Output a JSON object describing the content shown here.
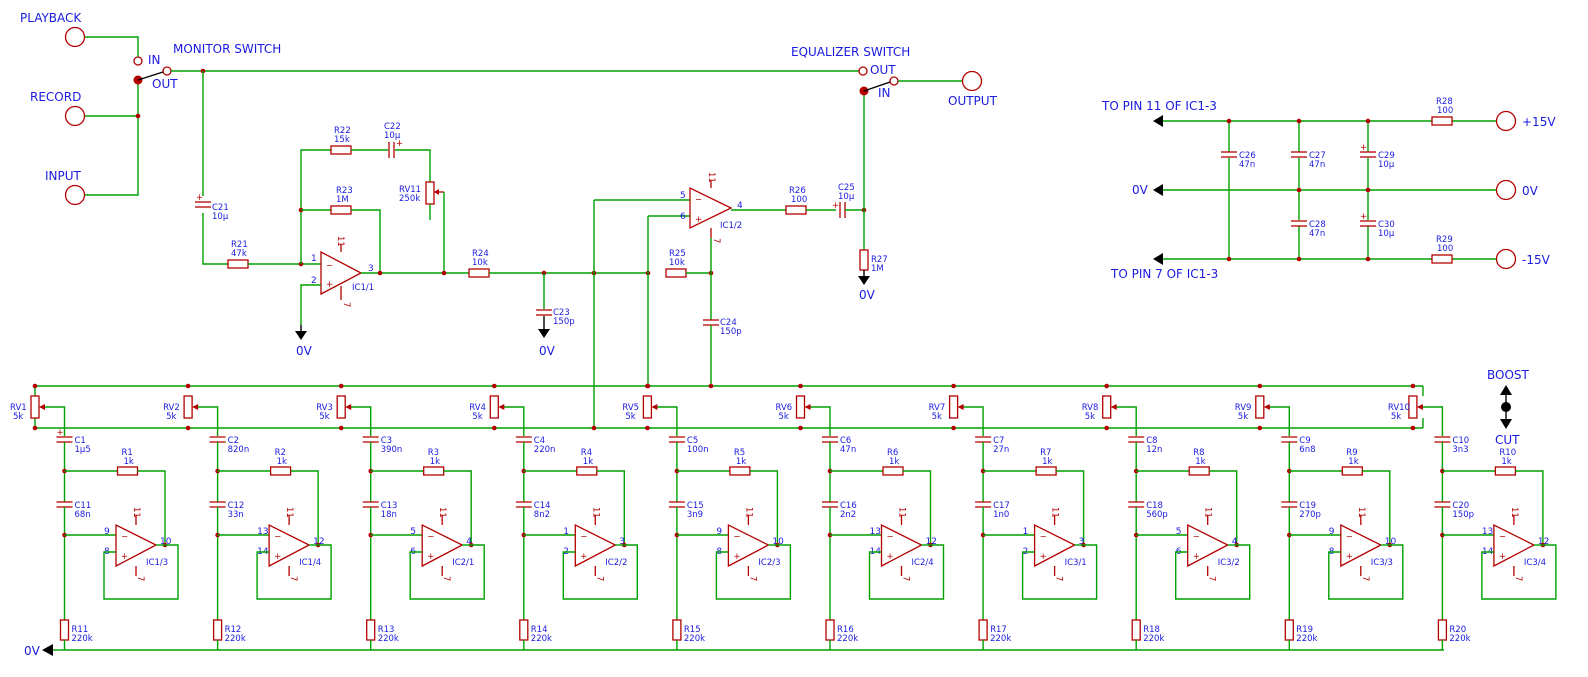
{
  "labels": {
    "playback": "PLAYBACK",
    "record": "RECORD",
    "input": "INPUT",
    "monitor_switch": "MONITOR SWITCH",
    "equalizer_switch": "EQUALIZER SWITCH",
    "output": "OUTPUT",
    "sw_in": "IN",
    "sw_out": "OUT",
    "boost": "BOOST",
    "cut": "CUT",
    "zero_v": "0V",
    "to_pin_11": "TO PIN 11 OF IC1-3",
    "to_pin_7": "TO PIN 7 OF IC1-3",
    "plus15": "+15V",
    "minus15": "-15V"
  },
  "colors": {
    "wire": "#00a000",
    "component": "#b40000",
    "label": "#1a1ae0"
  },
  "main_parts": {
    "R21": "47k",
    "C21": "10µ",
    "R22": "15k",
    "C22": "10µ",
    "R23": "1M",
    "RV11": "250k",
    "IC1_1": "IC1/1",
    "R24": "10k",
    "C23": "150p",
    "R25": "10k",
    "IC1_2": "IC1/2",
    "C24": "150p",
    "R26": "100",
    "C25": "10µ",
    "R27": "1M"
  },
  "supply_parts": {
    "C26": "47n",
    "C27": "47n",
    "C28": "47n",
    "C29": "10µ",
    "C30": "10µ",
    "R28": "100",
    "R29": "100"
  },
  "bands": [
    {
      "rv": "RV1",
      "rvv": "5k",
      "ca": "C1",
      "cav": "1µ5",
      "r": "R1",
      "rv2": "1k",
      "cb": "C11",
      "cbv": "68n",
      "rb": "R11",
      "rbv": "220k",
      "ic": "IC1/3",
      "pins": [
        "9",
        "8",
        "10"
      ]
    },
    {
      "rv": "RV2",
      "rvv": "5k",
      "ca": "C2",
      "cav": "820n",
      "r": "R2",
      "rv2": "1k",
      "cb": "C12",
      "cbv": "33n",
      "rb": "R12",
      "rbv": "220k",
      "ic": "IC1/4",
      "pins": [
        "13",
        "14",
        "12"
      ]
    },
    {
      "rv": "RV3",
      "rvv": "5k",
      "ca": "C3",
      "cav": "390n",
      "r": "R3",
      "rv2": "1k",
      "cb": "C13",
      "cbv": "18n",
      "rb": "R13",
      "rbv": "220k",
      "ic": "IC2/1",
      "pins": [
        "5",
        "6",
        "4"
      ]
    },
    {
      "rv": "RV4",
      "rvv": "5k",
      "ca": "C4",
      "cav": "220n",
      "r": "R4",
      "rv2": "1k",
      "cb": "C14",
      "cbv": "8n2",
      "rb": "R14",
      "rbv": "220k",
      "ic": "IC2/2",
      "pins": [
        "1",
        "2",
        "3"
      ]
    },
    {
      "rv": "RV5",
      "rvv": "5k",
      "ca": "C5",
      "cav": "100n",
      "r": "R5",
      "rv2": "1k",
      "cb": "C15",
      "cbv": "3n9",
      "rb": "R15",
      "rbv": "220k",
      "ic": "IC2/3",
      "pins": [
        "9",
        "8",
        "10"
      ]
    },
    {
      "rv": "RV6",
      "rvv": "5k",
      "ca": "C6",
      "cav": "47n",
      "r": "R6",
      "rv2": "1k",
      "cb": "C16",
      "cbv": "2n2",
      "rb": "R16",
      "rbv": "220k",
      "ic": "IC2/4",
      "pins": [
        "13",
        "14",
        "12"
      ]
    },
    {
      "rv": "RV7",
      "rvv": "5k",
      "ca": "C7",
      "cav": "27n",
      "r": "R7",
      "rv2": "1k",
      "cb": "C17",
      "cbv": "1n0",
      "rb": "R17",
      "rbv": "220k",
      "ic": "IC3/1",
      "pins": [
        "1",
        "2",
        "3"
      ]
    },
    {
      "rv": "RV8",
      "rvv": "5k",
      "ca": "C8",
      "cav": "12n",
      "r": "R8",
      "rv2": "1k",
      "cb": "C18",
      "cbv": "560p",
      "rb": "R18",
      "rbv": "220k",
      "ic": "IC3/2",
      "pins": [
        "5",
        "6",
        "4"
      ]
    },
    {
      "rv": "RV9",
      "rvv": "5k",
      "ca": "C9",
      "cav": "6n8",
      "r": "R9",
      "rv2": "1k",
      "cb": "C19",
      "cbv": "270p",
      "rb": "R19",
      "rbv": "220k",
      "ic": "IC3/3",
      "pins": [
        "9",
        "8",
        "10"
      ]
    },
    {
      "rv": "RV10",
      "rvv": "5k",
      "ca": "C10",
      "cav": "3n3",
      "r": "R10",
      "rv2": "1k",
      "cb": "C20",
      "cbv": "150p",
      "rb": "R20",
      "rbv": "220k",
      "ic": "IC3/4",
      "pins": [
        "13",
        "14",
        "12"
      ]
    }
  ],
  "supply_pin_labels": {
    "v_plus": "11",
    "v_minus": "7"
  }
}
